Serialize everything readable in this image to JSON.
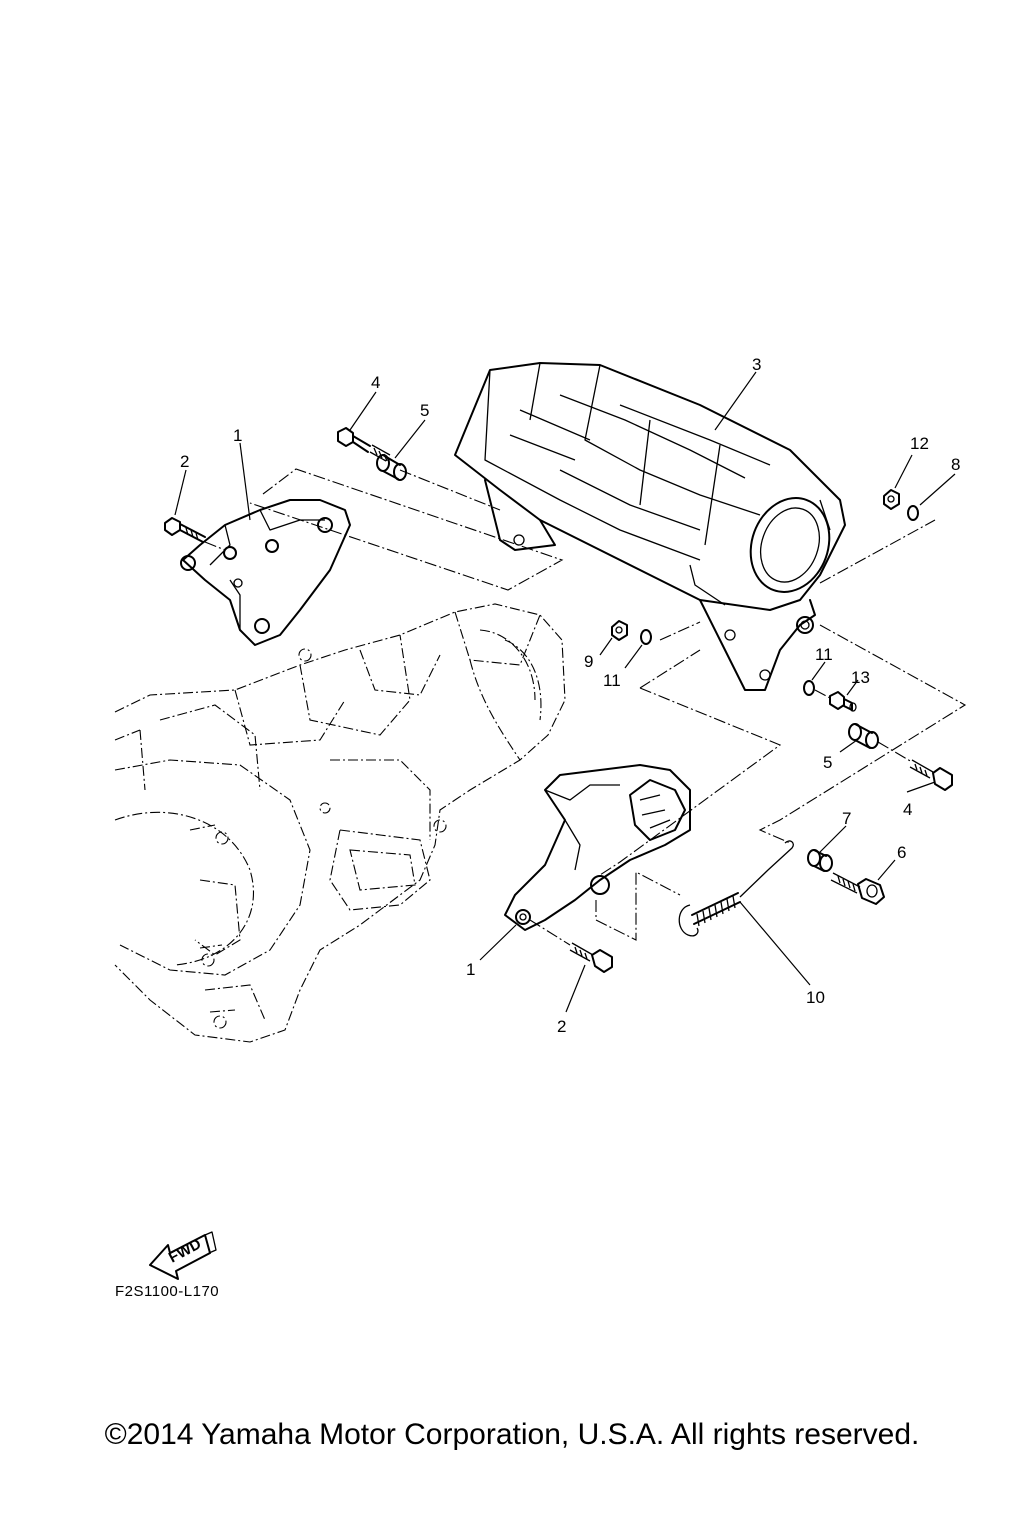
{
  "callouts": {
    "c1a": "1",
    "c1b": "1",
    "c2a": "2",
    "c2b": "2",
    "c3": "3",
    "c4a": "4",
    "c4b": "4",
    "c5a": "5",
    "c5b": "5",
    "c6": "6",
    "c7": "7",
    "c8": "8",
    "c9": "9",
    "c10": "10",
    "c11a": "11",
    "c11b": "11",
    "c12": "12",
    "c13": "13"
  },
  "fwd_label": "FWD",
  "diagram_code": "F2S1100-L170",
  "copyright": "©2014 Yamaha Motor Corporation, U.S.A. All rights reserved."
}
